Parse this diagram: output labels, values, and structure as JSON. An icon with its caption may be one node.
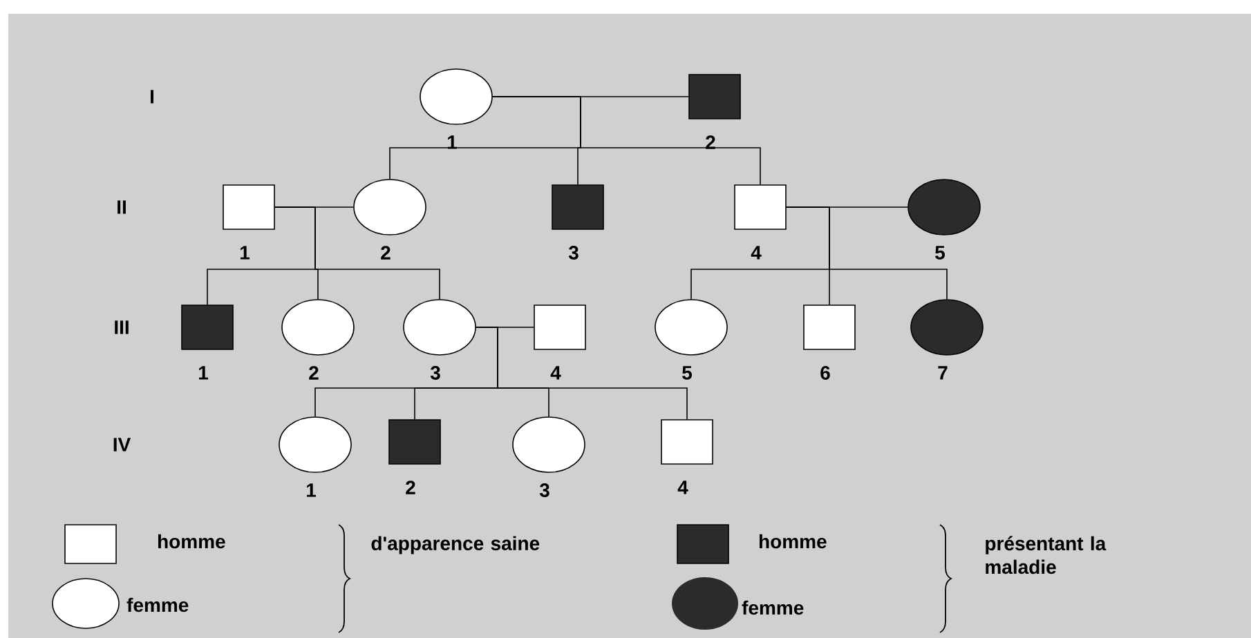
{
  "diagram": {
    "nodes": [
      {
        "text": [],
        "shape": "circle",
        "beside": [
          "1"
        ]
      },
      {
        "text": [],
        "shape": "box",
        "beside": [
          "2"
        ]
      },
      {
        "text": [],
        "shape": "box",
        "beside": [
          "1"
        ]
      },
      {
        "text": [],
        "shape": "circle",
        "beside": [
          "2"
        ]
      },
      {
        "text": [],
        "shape": "box",
        "beside": [
          "3"
        ]
      },
      {
        "text": [],
        "shape": "box",
        "beside": [
          "4"
        ]
      },
      {
        "text": [],
        "shape": "circle",
        "beside": [
          "5"
        ]
      },
      {
        "text": [],
        "shape": "box",
        "beside": [
          "1"
        ]
      },
      {
        "text": [],
        "shape": "circle",
        "beside": [
          "2"
        ]
      },
      {
        "text": [],
        "shape": "circle",
        "beside": [
          "3"
        ]
      },
      {
        "text": [],
        "shape": "box",
        "beside": [
          "4"
        ]
      },
      {
        "text": [],
        "shape": "circle",
        "beside": [
          "5"
        ]
      },
      {
        "text": [],
        "shape": "box",
        "beside": [
          "6"
        ]
      },
      {
        "text": [],
        "shape": "circle",
        "beside": [
          "7"
        ]
      },
      {
        "text": [],
        "shape": "circle",
        "beside": [
          "1"
        ]
      },
      {
        "text": [],
        "shape": "box",
        "beside": [
          "2"
        ]
      },
      {
        "text": [],
        "shape": "circle",
        "beside": [
          "3"
        ]
      },
      {
        "text": [],
        "shape": "box",
        "beside": [
          "4"
        ]
      }
    ],
    "edges": [
      {
        "from": 0,
        "to": 1,
        "arrow": "none"
      },
      {
        "from": 0,
        "to": 3,
        "arrow": "none"
      },
      {
        "from": 0,
        "to": 4,
        "arrow": "none"
      },
      {
        "from": 0,
        "to": 5,
        "arrow": "none"
      },
      {
        "from": 2,
        "to": 3,
        "arrow": "none"
      },
      {
        "from": 2,
        "to": 7,
        "arrow": "none"
      },
      {
        "from": 2,
        "to": 8,
        "arrow": "none"
      },
      {
        "from": 2,
        "to": 9,
        "arrow": "none"
      },
      {
        "from": 5,
        "to": 6,
        "arrow": "none"
      },
      {
        "from": 5,
        "to": 11,
        "arrow": "none"
      },
      {
        "from": 5,
        "to": 12,
        "arrow": "none"
      },
      {
        "from": 5,
        "to": 13,
        "arrow": "none"
      },
      {
        "from": 9,
        "to": 10,
        "arrow": "none"
      },
      {
        "from": 9,
        "to": 14,
        "arrow": "none"
      },
      {
        "from": 9,
        "to": 15,
        "arrow": "none"
      },
      {
        "from": 9,
        "to": 16,
        "arrow": "none"
      },
      {
        "from": 9,
        "to": 17,
        "arrow": "none"
      }
    ],
    "labels": [
      "I",
      "II",
      "III",
      "IV",
      "d'apparence saine",
      "présentant la maladie"
    ],
    "legend": [
      {
        "text": "homme",
        "color": "#ffffff"
      },
      {
        "text": "femme",
        "color": "#ffffff"
      },
      {
        "text": "homme",
        "color": "#2b2b2b"
      },
      {
        "text": "femme",
        "color": "#2b2b2b"
      }
    ]
  }
}
